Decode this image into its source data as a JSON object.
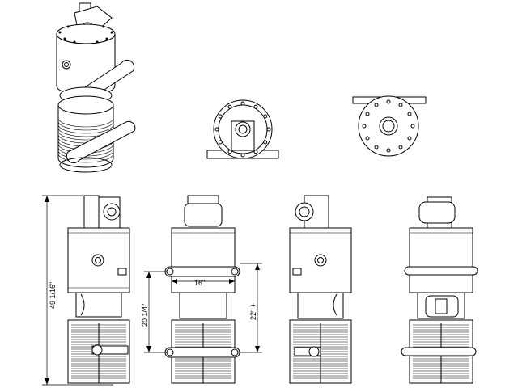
{
  "drawing": {
    "views": [
      "isometric",
      "top",
      "bottom",
      "front",
      "side",
      "rear",
      "side-right"
    ],
    "dimensions": {
      "overall_height": "49 1/16\"",
      "clamp_width": "16\"",
      "lower_height": "20 1/4\"",
      "mid_height": "22\" +"
    }
  }
}
